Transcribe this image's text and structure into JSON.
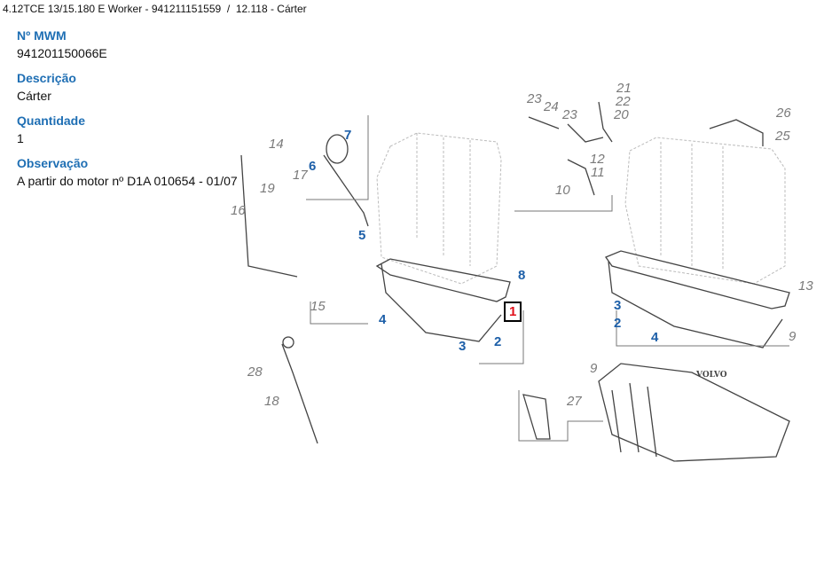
{
  "breadcrumb": "4.12TCE 13/15.180 E Worker - 941211151559  /  12.118 - Cárter",
  "details": {
    "mwm_label": "Nº MWM",
    "mwm_value": "941201150066E",
    "description_label": "Descrição",
    "description_value": "Cárter",
    "quantity_label": "Quantidade",
    "quantity_value": "1",
    "note_label": "Observação",
    "note_value": "A partir do motor nº D1A 010654 - 01/07"
  },
  "diagram": {
    "brand_text": "VOLVO",
    "selected": "1",
    "callouts_gray": [
      "14",
      "19",
      "17",
      "16",
      "15",
      "28",
      "18",
      "23",
      "24",
      "23",
      "21",
      "22",
      "20",
      "12",
      "11",
      "10",
      "26",
      "25",
      "13",
      "9",
      "9",
      "27"
    ],
    "callouts_blue": [
      "7",
      "6",
      "5",
      "8",
      "4",
      "3",
      "2",
      "3",
      "2",
      "4"
    ],
    "colors": {
      "label_blue": "#1f6fb4",
      "callout_blue": "#1d5fa8",
      "callout_gray": "#7a7a7a",
      "selected_red": "#e0101a"
    }
  }
}
